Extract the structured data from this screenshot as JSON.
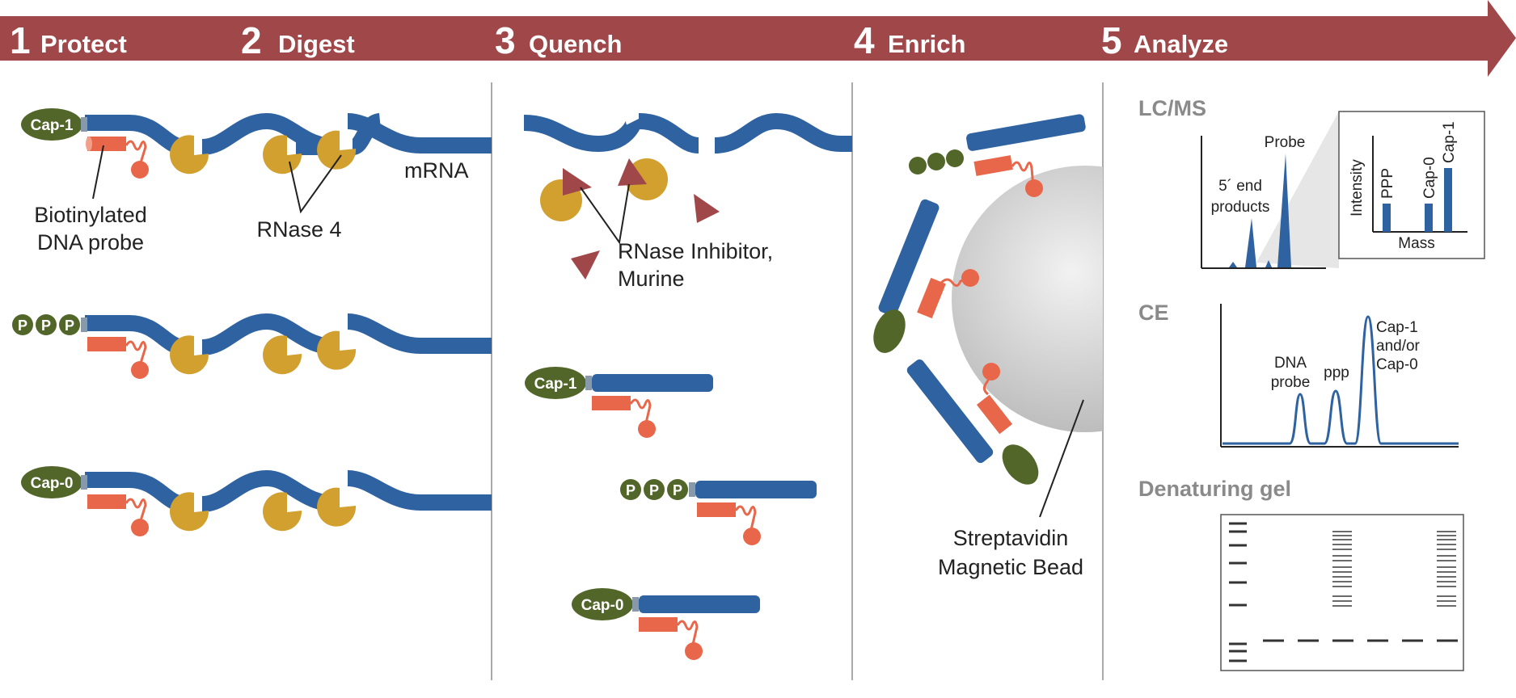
{
  "banner": {
    "color": "#a0474a",
    "steps": [
      {
        "num": "1",
        "label": "Protect"
      },
      {
        "num": "2",
        "label": "Digest"
      },
      {
        "num": "3",
        "label": "Quench"
      },
      {
        "num": "4",
        "label": "Enrich"
      },
      {
        "num": "5",
        "label": "Analyze"
      }
    ]
  },
  "colors": {
    "rna": "#2f62a0",
    "probe": "#e8674a",
    "cap": "#52662a",
    "enzyme": "#d2a02e",
    "inhibitor": "#a0474a",
    "bead": "#d4d4d4",
    "divider": "#aaaaaa"
  },
  "caps": {
    "cap1": "Cap-1",
    "cap0": "Cap-0",
    "p": "P"
  },
  "labels": {
    "probe_line1": "Biotinylated",
    "probe_line2": "DNA probe",
    "rnase": "RNase 4",
    "mrna": "mRNA",
    "inhibitor_line1": "RNase Inhibitor,",
    "inhibitor_line2": "Murine",
    "bead_line1": "Streptavidin",
    "bead_line2": "Magnetic Bead"
  },
  "analyze": {
    "lcms": {
      "title": "LC/MS",
      "probe": "Probe",
      "end_line1": "5´ end",
      "end_line2": "products",
      "inset_ylabel": "Intensity",
      "inset_xlabel": "Mass",
      "bars": [
        "PPP",
        "Cap-0",
        "Cap-1"
      ]
    },
    "ce": {
      "title": "CE",
      "dna_line1": "DNA",
      "dna_line2": "probe",
      "ppp": "ppp",
      "cap_line1": "Cap-1",
      "cap_line2": "and/or",
      "cap_line3": "Cap-0"
    },
    "gel": {
      "title": "Denaturing gel"
    }
  }
}
